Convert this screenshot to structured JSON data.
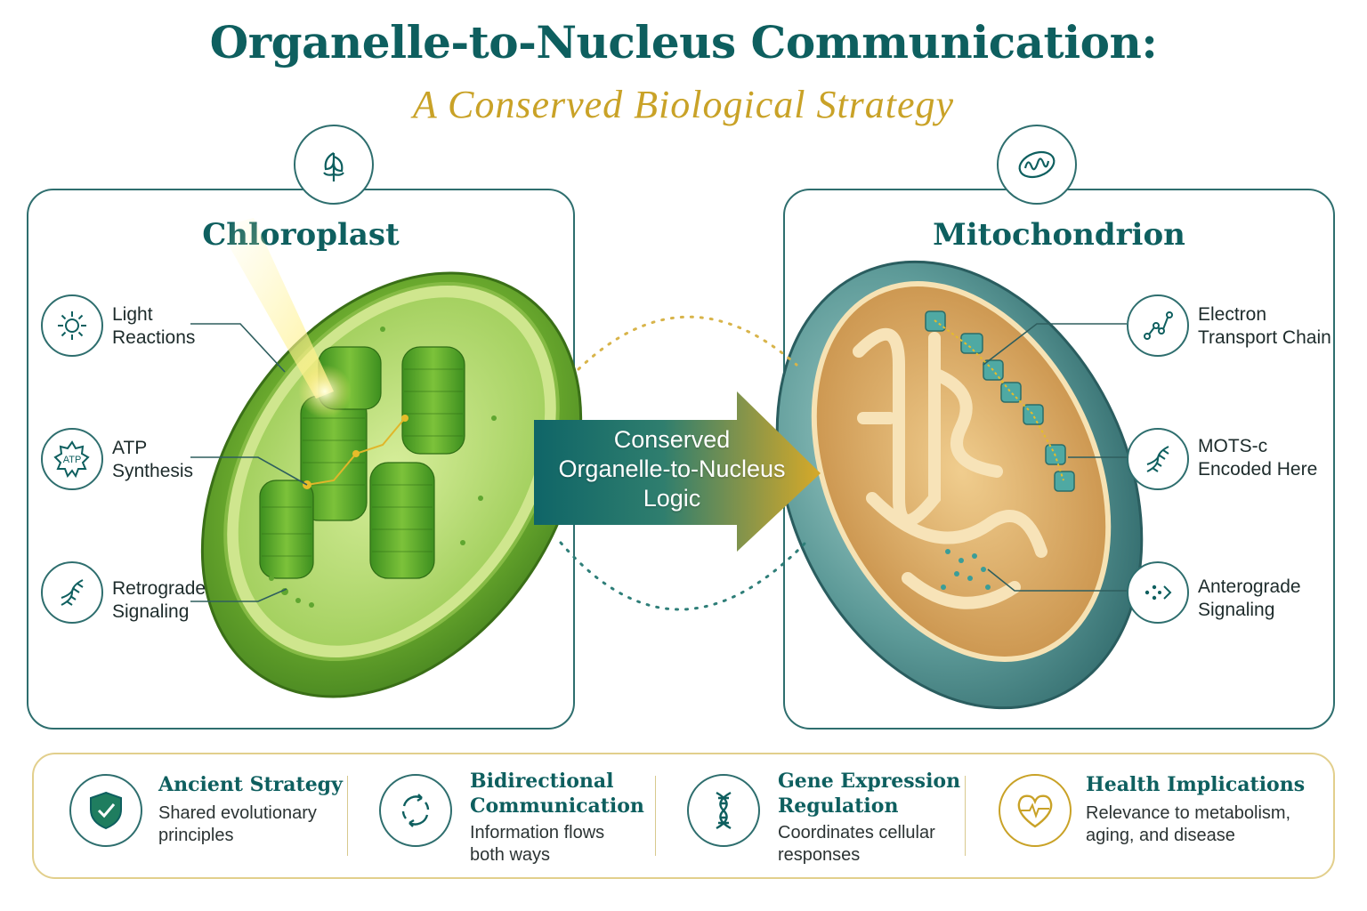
{
  "header": {
    "title": "Organelle-to-Nucleus Communication:",
    "subtitle": "A Conserved Biological Strategy"
  },
  "left_panel": {
    "title": "Chloroplast",
    "icon": "leaf-icon",
    "features": [
      {
        "line1": "Light",
        "line2": "Reactions",
        "icon": "sun-icon"
      },
      {
        "line1": "ATP",
        "line2": "Synthesis",
        "icon": "atp-icon",
        "badge": "ATP"
      },
      {
        "line1": "Retrograde",
        "line2": "Signaling",
        "icon": "dna-icon"
      }
    ]
  },
  "right_panel": {
    "title": "Mitochondrion",
    "icon": "mitochondrion-icon",
    "features": [
      {
        "line1": "Electron",
        "line2": "Transport Chain",
        "icon": "network-icon"
      },
      {
        "line1": "MOTS-c",
        "line2": "Encoded Here",
        "icon": "dna-icon"
      },
      {
        "line1": "Anterograde",
        "line2": "Signaling",
        "icon": "dots-arrow-icon"
      }
    ]
  },
  "center_arrow": {
    "line1": "Conserved",
    "line2": "Organelle-to-Nucleus",
    "line3": "Logic"
  },
  "bottom": [
    {
      "heading1": "Ancient Strategy",
      "heading2": "",
      "text1": "Shared evolutionary",
      "text2": "principles",
      "icon": "shield-check-icon"
    },
    {
      "heading1": "Bidirectional",
      "heading2": "Communication",
      "text1": "Information flows",
      "text2": "both ways",
      "icon": "cycle-arrows-icon"
    },
    {
      "heading1": "Gene Expression",
      "heading2": "Regulation",
      "text1": "Coordinates cellular",
      "text2": "responses",
      "icon": "dna-icon"
    },
    {
      "heading1": "Health Implications",
      "heading2": "",
      "text1": "Relevance to metabolism,",
      "text2": "aging, and disease",
      "icon": "heart-pulse-icon"
    }
  ],
  "colors": {
    "teal": "#0e5f5f",
    "gold": "#c9a227",
    "chloroplast_green": "#5ea52b",
    "mito_teal": "#4f9090",
    "mito_inner": "#d9a860"
  }
}
